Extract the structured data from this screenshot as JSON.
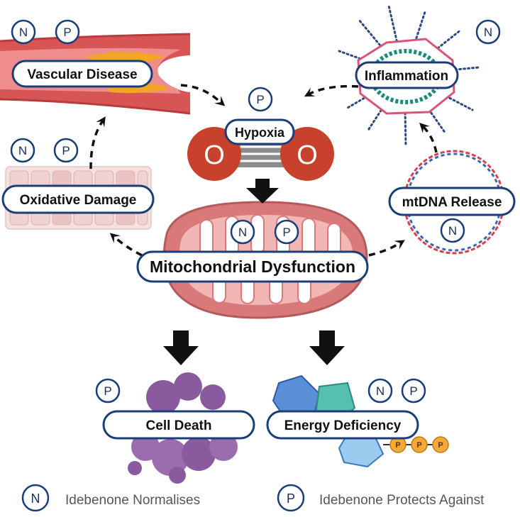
{
  "nodes": {
    "vascular_disease": "Vascular Disease",
    "hypoxia": "Hypoxia",
    "inflammation": "Inflammation",
    "oxidative_damage": "Oxidative Damage",
    "mtdna_release": "mtDNA Release",
    "mitochondrial_dysfunction": "Mitochondrial Dysfunction",
    "cell_death": "Cell Death",
    "energy_deficiency": "Energy Deficiency"
  },
  "badges": {
    "n": "N",
    "p": "P"
  },
  "oxygen_atom": "O",
  "phosphate": "P",
  "legend": {
    "n_label": "Idebenone Normalises",
    "p_label": "Idebenone Protects Against"
  },
  "colors": {
    "badge_border": "#1b3d78",
    "label_border": "#1b3d78",
    "mitochondrion": "#d9797a",
    "oxygen": "#c8412c",
    "cell_death": "#8a5a9e",
    "energy_blue": "#5a8fd8",
    "energy_teal": "#55bfb0",
    "phosphate": "#f2a93a",
    "vessel": "#d85555",
    "plaque": "#f3a623"
  }
}
